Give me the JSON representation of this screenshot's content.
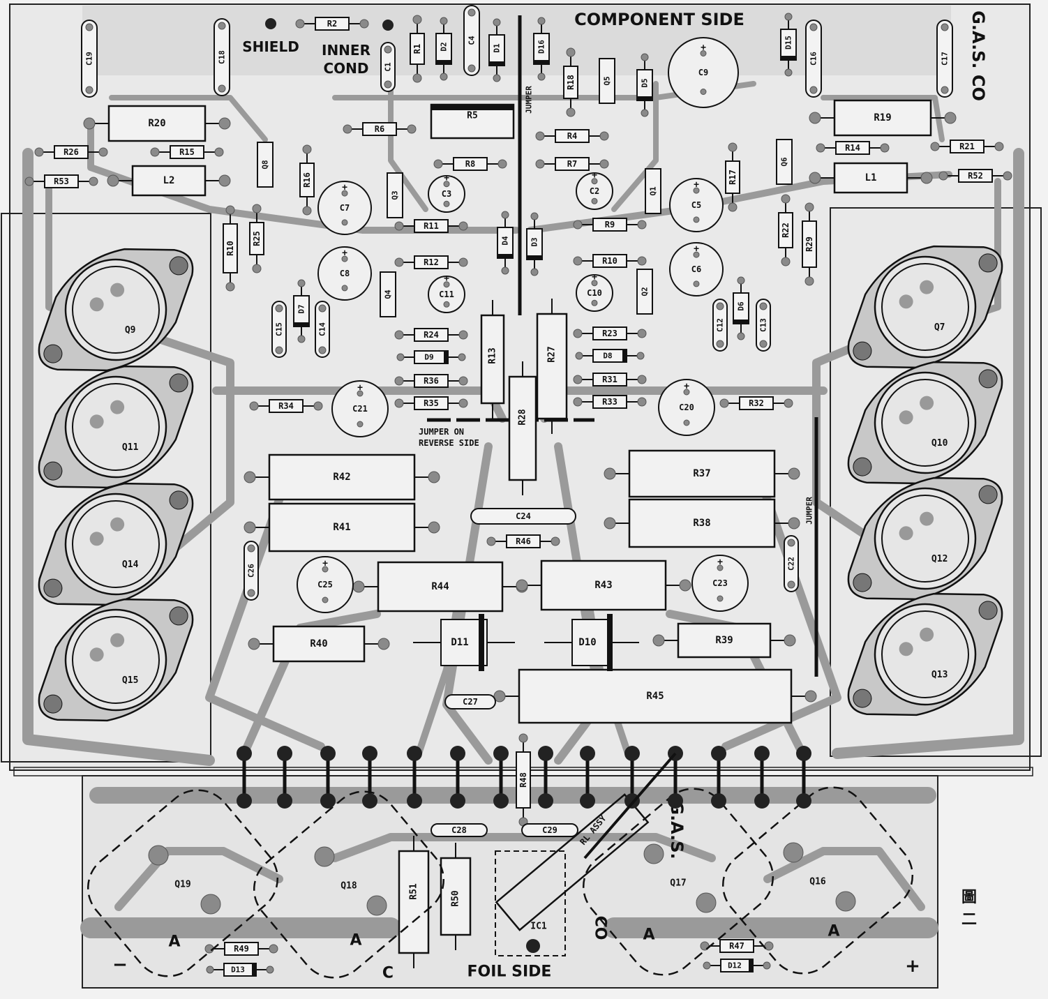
{
  "board": {
    "component_side_title": "COMPONENT SIDE",
    "foil_side_title": "FOIL SIDE",
    "shield_label": "SHIELD",
    "inner_cond_label_1": "INNER",
    "inner_cond_label_2": "COND",
    "jumper_label": "JUMPER",
    "jumper_reverse_1": "JUMPER ON",
    "jumper_reverse_2": "REVERSE SIDE",
    "rl_assy": "RL ASSY",
    "brand_top": "G.A.S. CO",
    "brand_bottom": "G.A.S.",
    "brand_bottom2": "CO",
    "figure_mark": "圖二",
    "terminal_minus": "−",
    "terminal_plus": "+",
    "terminal_c": "C",
    "terminal_a": "A"
  },
  "components": {
    "resistors_small": [
      {
        "id": "R2",
        "label": "R2"
      },
      {
        "id": "R6",
        "label": "R6"
      },
      {
        "id": "R26",
        "label": "R26"
      },
      {
        "id": "R15",
        "label": "R15"
      },
      {
        "id": "R53",
        "label": "R53"
      },
      {
        "id": "R8",
        "label": "R8"
      },
      {
        "id": "R7",
        "label": "R7"
      },
      {
        "id": "R4",
        "label": "R4"
      },
      {
        "id": "R14",
        "label": "R14"
      },
      {
        "id": "R21",
        "label": "R21"
      },
      {
        "id": "R52",
        "label": "R52"
      },
      {
        "id": "R11",
        "label": "R11"
      },
      {
        "id": "R9",
        "label": "R9"
      },
      {
        "id": "R12",
        "label": "R12"
      },
      {
        "id": "R10b",
        "label": "R10"
      },
      {
        "id": "R24",
        "label": "R24"
      },
      {
        "id": "R23",
        "label": "R23"
      },
      {
        "id": "R36",
        "label": "R36"
      },
      {
        "id": "R31",
        "label": "R31"
      },
      {
        "id": "R35",
        "label": "R35"
      },
      {
        "id": "R33",
        "label": "R33"
      },
      {
        "id": "R34",
        "label": "R34"
      },
      {
        "id": "R32",
        "label": "R32"
      },
      {
        "id": "R46",
        "label": "R46"
      },
      {
        "id": "R49",
        "label": "R49"
      },
      {
        "id": "R47",
        "label": "R47"
      }
    ],
    "resistors_vertical": [
      {
        "id": "R1",
        "label": "R1"
      },
      {
        "id": "R18",
        "label": "R18"
      },
      {
        "id": "R16",
        "label": "R16"
      },
      {
        "id": "R17",
        "label": "R17"
      },
      {
        "id": "R25",
        "label": "R25"
      },
      {
        "id": "R10",
        "label": "R10"
      },
      {
        "id": "R22",
        "label": "R22"
      },
      {
        "id": "R29",
        "label": "R29"
      },
      {
        "id": "R13",
        "label": "R13"
      },
      {
        "id": "R27",
        "label": "R27"
      },
      {
        "id": "R28",
        "label": "R28"
      },
      {
        "id": "R48",
        "label": "R48"
      },
      {
        "id": "R51",
        "label": "R51"
      },
      {
        "id": "R50",
        "label": "R50"
      }
    ],
    "resistors_power": [
      {
        "id": "R20",
        "label": "R20"
      },
      {
        "id": "R19",
        "label": "R19"
      },
      {
        "id": "R5",
        "label": "R5"
      },
      {
        "id": "L2",
        "label": "L2"
      },
      {
        "id": "L1",
        "label": "L1"
      },
      {
        "id": "R42",
        "label": "R42"
      },
      {
        "id": "R41",
        "label": "R41"
      },
      {
        "id": "R37",
        "label": "R37"
      },
      {
        "id": "R38",
        "label": "R38"
      },
      {
        "id": "R44",
        "label": "R44"
      },
      {
        "id": "R43",
        "label": "R43"
      },
      {
        "id": "R40",
        "label": "R40"
      },
      {
        "id": "R39",
        "label": "R39"
      },
      {
        "id": "R45",
        "label": "R45"
      }
    ],
    "diodes": [
      {
        "id": "D2",
        "label": "D2"
      },
      {
        "id": "D1",
        "label": "D1"
      },
      {
        "id": "D16",
        "label": "D16"
      },
      {
        "id": "D15",
        "label": "D15"
      },
      {
        "id": "D5",
        "label": "D5"
      },
      {
        "id": "D7",
        "label": "D7"
      },
      {
        "id": "D6",
        "label": "D6"
      },
      {
        "id": "D4",
        "label": "D4"
      },
      {
        "id": "D3",
        "label": "D3"
      },
      {
        "id": "D9",
        "label": "D9"
      },
      {
        "id": "D8",
        "label": "D8"
      },
      {
        "id": "D11",
        "label": "D11"
      },
      {
        "id": "D10",
        "label": "D10"
      },
      {
        "id": "D13",
        "label": "D13"
      },
      {
        "id": "D12",
        "label": "D12"
      }
    ],
    "caps_electrolytic": [
      {
        "id": "C9",
        "label": "C9"
      },
      {
        "id": "C7",
        "label": "C7"
      },
      {
        "id": "C8",
        "label": "C8"
      },
      {
        "id": "C3",
        "label": "C3"
      },
      {
        "id": "C2",
        "label": "C2"
      },
      {
        "id": "C5",
        "label": "C5"
      },
      {
        "id": "C6",
        "label": "C6"
      },
      {
        "id": "C11",
        "label": "C11"
      },
      {
        "id": "C10",
        "label": "C10"
      },
      {
        "id": "C21",
        "label": "C21"
      },
      {
        "id": "C20",
        "label": "C20"
      },
      {
        "id": "C25",
        "label": "C25"
      },
      {
        "id": "C23",
        "label": "C23"
      }
    ],
    "caps_film": [
      {
        "id": "C19",
        "label": "C19"
      },
      {
        "id": "C18",
        "label": "C18"
      },
      {
        "id": "C4",
        "label": "C4"
      },
      {
        "id": "C1",
        "label": "C1"
      },
      {
        "id": "C16",
        "label": "C16"
      },
      {
        "id": "C17",
        "label": "C17"
      },
      {
        "id": "C15",
        "label": "C15"
      },
      {
        "id": "C14",
        "label": "C14"
      },
      {
        "id": "C12",
        "label": "C12"
      },
      {
        "id": "C13",
        "label": "C13"
      },
      {
        "id": "C24",
        "label": "C24"
      },
      {
        "id": "C26",
        "label": "C26"
      },
      {
        "id": "C22",
        "label": "C22"
      },
      {
        "id": "C27",
        "label": "C27"
      },
      {
        "id": "C28",
        "label": "C28"
      },
      {
        "id": "C29",
        "label": "C29"
      }
    ],
    "small_transistors": [
      {
        "id": "Q8",
        "label": "Q8"
      },
      {
        "id": "Q3",
        "label": "Q3"
      },
      {
        "id": "Q5",
        "label": "Q5"
      },
      {
        "id": "Q1",
        "label": "Q1"
      },
      {
        "id": "Q6",
        "label": "Q6"
      },
      {
        "id": "Q4",
        "label": "Q4"
      },
      {
        "id": "Q2",
        "label": "Q2"
      }
    ],
    "power_transistors": [
      {
        "id": "Q9",
        "label": "Q9"
      },
      {
        "id": "Q11",
        "label": "Q11"
      },
      {
        "id": "Q14",
        "label": "Q14"
      },
      {
        "id": "Q15",
        "label": "Q15"
      },
      {
        "id": "Q7",
        "label": "Q7"
      },
      {
        "id": "Q10",
        "label": "Q10"
      },
      {
        "id": "Q12",
        "label": "Q12"
      },
      {
        "id": "Q13",
        "label": "Q13"
      }
    ],
    "foil_transistors": [
      {
        "id": "Q19",
        "label": "Q19"
      },
      {
        "id": "Q18",
        "label": "Q18"
      },
      {
        "id": "Q17",
        "label": "Q17"
      },
      {
        "id": "Q16",
        "label": "Q16"
      }
    ],
    "ic": {
      "id": "IC1",
      "label": "IC1"
    }
  }
}
